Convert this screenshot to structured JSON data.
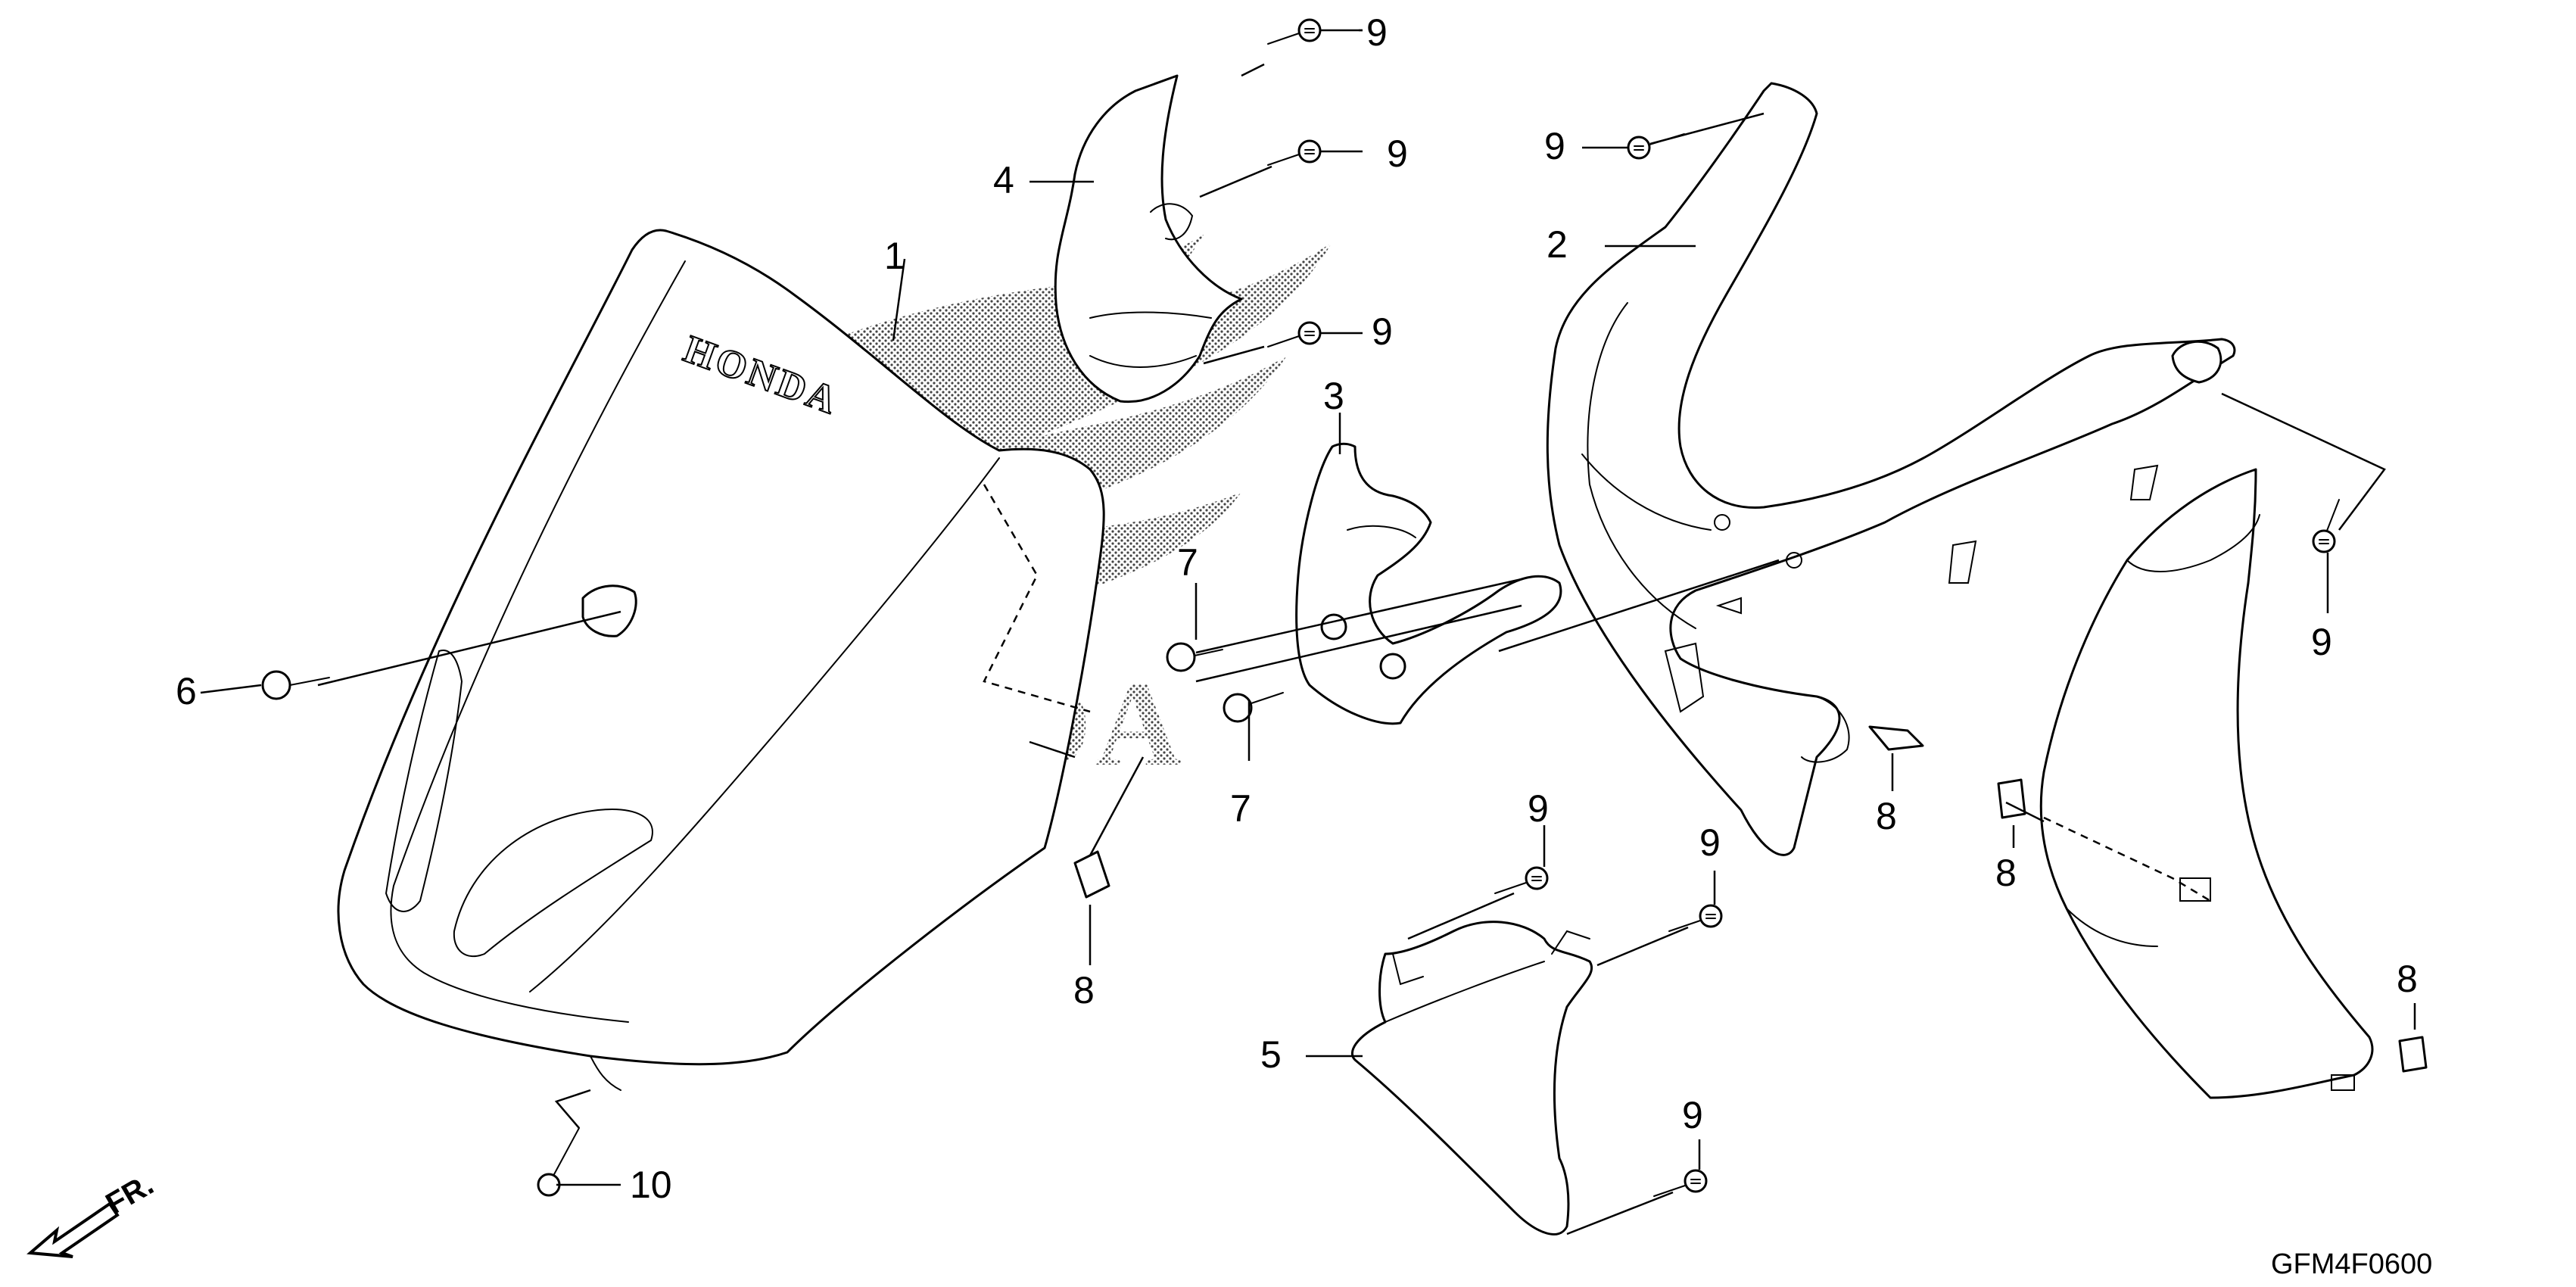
{
  "diagram": {
    "drawing_code": "GFM4F0600",
    "direction_label": "FR.",
    "emblem_text": "HONDA",
    "callouts": [
      {
        "id": "c1",
        "label": "1"
      },
      {
        "id": "c2",
        "label": "2"
      },
      {
        "id": "c3",
        "label": "3"
      },
      {
        "id": "c4",
        "label": "4"
      },
      {
        "id": "c5",
        "label": "5"
      },
      {
        "id": "c6",
        "label": "6"
      },
      {
        "id": "c7a",
        "label": "7"
      },
      {
        "id": "c7b",
        "label": "7"
      },
      {
        "id": "c8a",
        "label": "8"
      },
      {
        "id": "c8b",
        "label": "8"
      },
      {
        "id": "c8c",
        "label": "8"
      },
      {
        "id": "c8d",
        "label": "8"
      },
      {
        "id": "c9a",
        "label": "9"
      },
      {
        "id": "c9b",
        "label": "9"
      },
      {
        "id": "c9c",
        "label": "9"
      },
      {
        "id": "c9d",
        "label": "9"
      },
      {
        "id": "c9e",
        "label": "9"
      },
      {
        "id": "c9f",
        "label": "9"
      },
      {
        "id": "c9g",
        "label": "9"
      },
      {
        "id": "c9h",
        "label": "9"
      },
      {
        "id": "c10",
        "label": "10"
      }
    ]
  }
}
